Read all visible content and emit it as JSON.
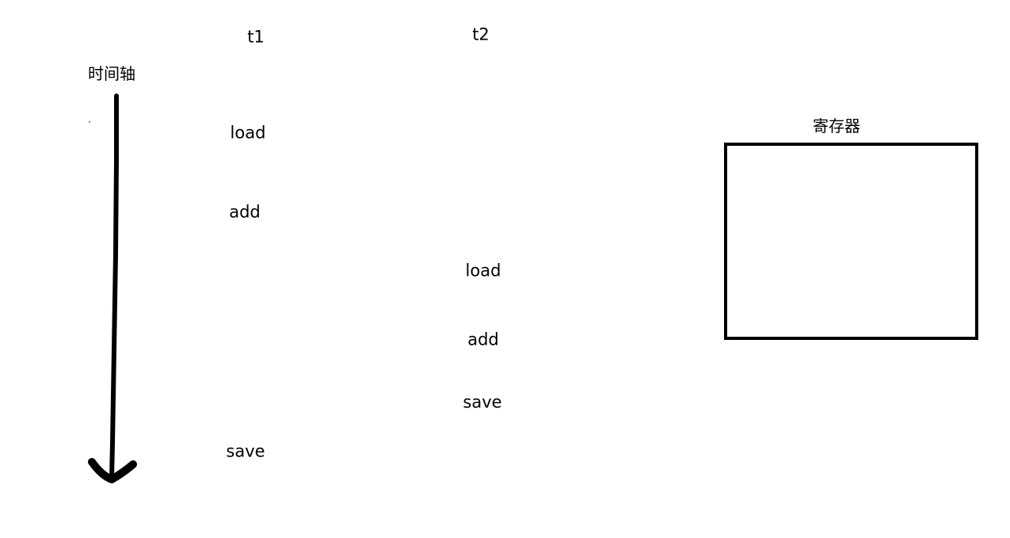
{
  "timeline": {
    "label": "时间轴"
  },
  "threads": [
    {
      "name": "t1",
      "steps": [
        "load",
        "add",
        "save"
      ]
    },
    {
      "name": "t2",
      "steps": [
        "load",
        "add",
        "save"
      ]
    }
  ],
  "register": {
    "label": "寄存器"
  },
  "colors": {
    "stroke": "#000000",
    "background": "#ffffff",
    "text": "#000000"
  }
}
